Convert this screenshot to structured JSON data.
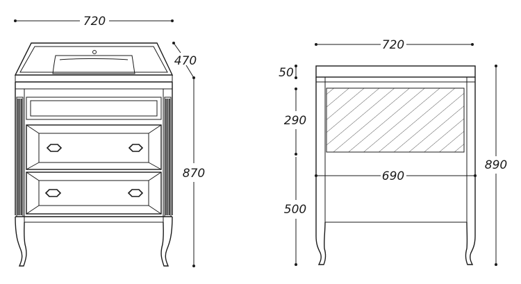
{
  "front_view": {
    "dim_width": "720",
    "dim_depth": "470",
    "dim_height": "870"
  },
  "side_view": {
    "dim_width": "720",
    "dim_top": "50",
    "dim_mid": "290",
    "dim_lower": "500",
    "dim_total": "890",
    "dim_inner": "690"
  }
}
